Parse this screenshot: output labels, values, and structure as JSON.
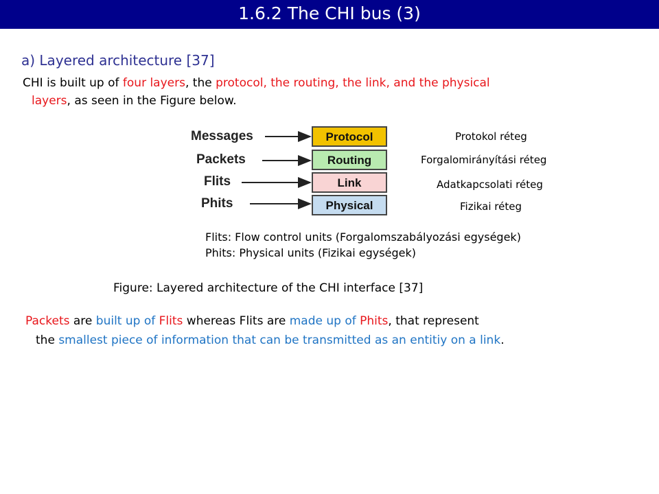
{
  "title": "1.6.2 The CHI bus (3)",
  "section_heading": "a) Layered architecture [37]",
  "intro": {
    "p1": "CHI is built up of ",
    "p2": "four layers",
    "p3": ", the ",
    "p4": "protocol, the routing, the link, and the physical",
    "p5": "layers",
    "p6": ", as seen in the Figure below."
  },
  "figure": {
    "items": [
      "Messages",
      "Packets",
      "Flits",
      "Phits"
    ],
    "layers": [
      {
        "label": "Protocol",
        "color": "#f2c200"
      },
      {
        "label": "Routing",
        "color": "#b9eab0"
      },
      {
        "label": "Link",
        "color": "#f9d4d4"
      },
      {
        "label": "Physical",
        "color": "#c5dcf0"
      }
    ],
    "hungarian": [
      "Protokol réteg",
      "Forgalomirányítási réteg",
      "Adatkapcsolati réteg",
      "Fizikai réteg"
    ]
  },
  "notes": [
    "Flits: Flow control units (Forgalomszabályozási egységek)",
    "Phits: Physical units (Fizikai egységek)"
  ],
  "caption": "Figure: Layered architecture of the CHI interface [37]",
  "summary": {
    "s1": "Packets",
    "s2": " are ",
    "s3": "built up of",
    "s4": " ",
    "s5": "Flits",
    "s6": " whereas Flits are ",
    "s7": "made up of",
    "s8": " ",
    "s9": "Phits",
    "s10": ", that represent",
    "s11": "the ",
    "s12": "smallest piece of information that can be transmitted as an entitiy on a link",
    "s13": "."
  }
}
